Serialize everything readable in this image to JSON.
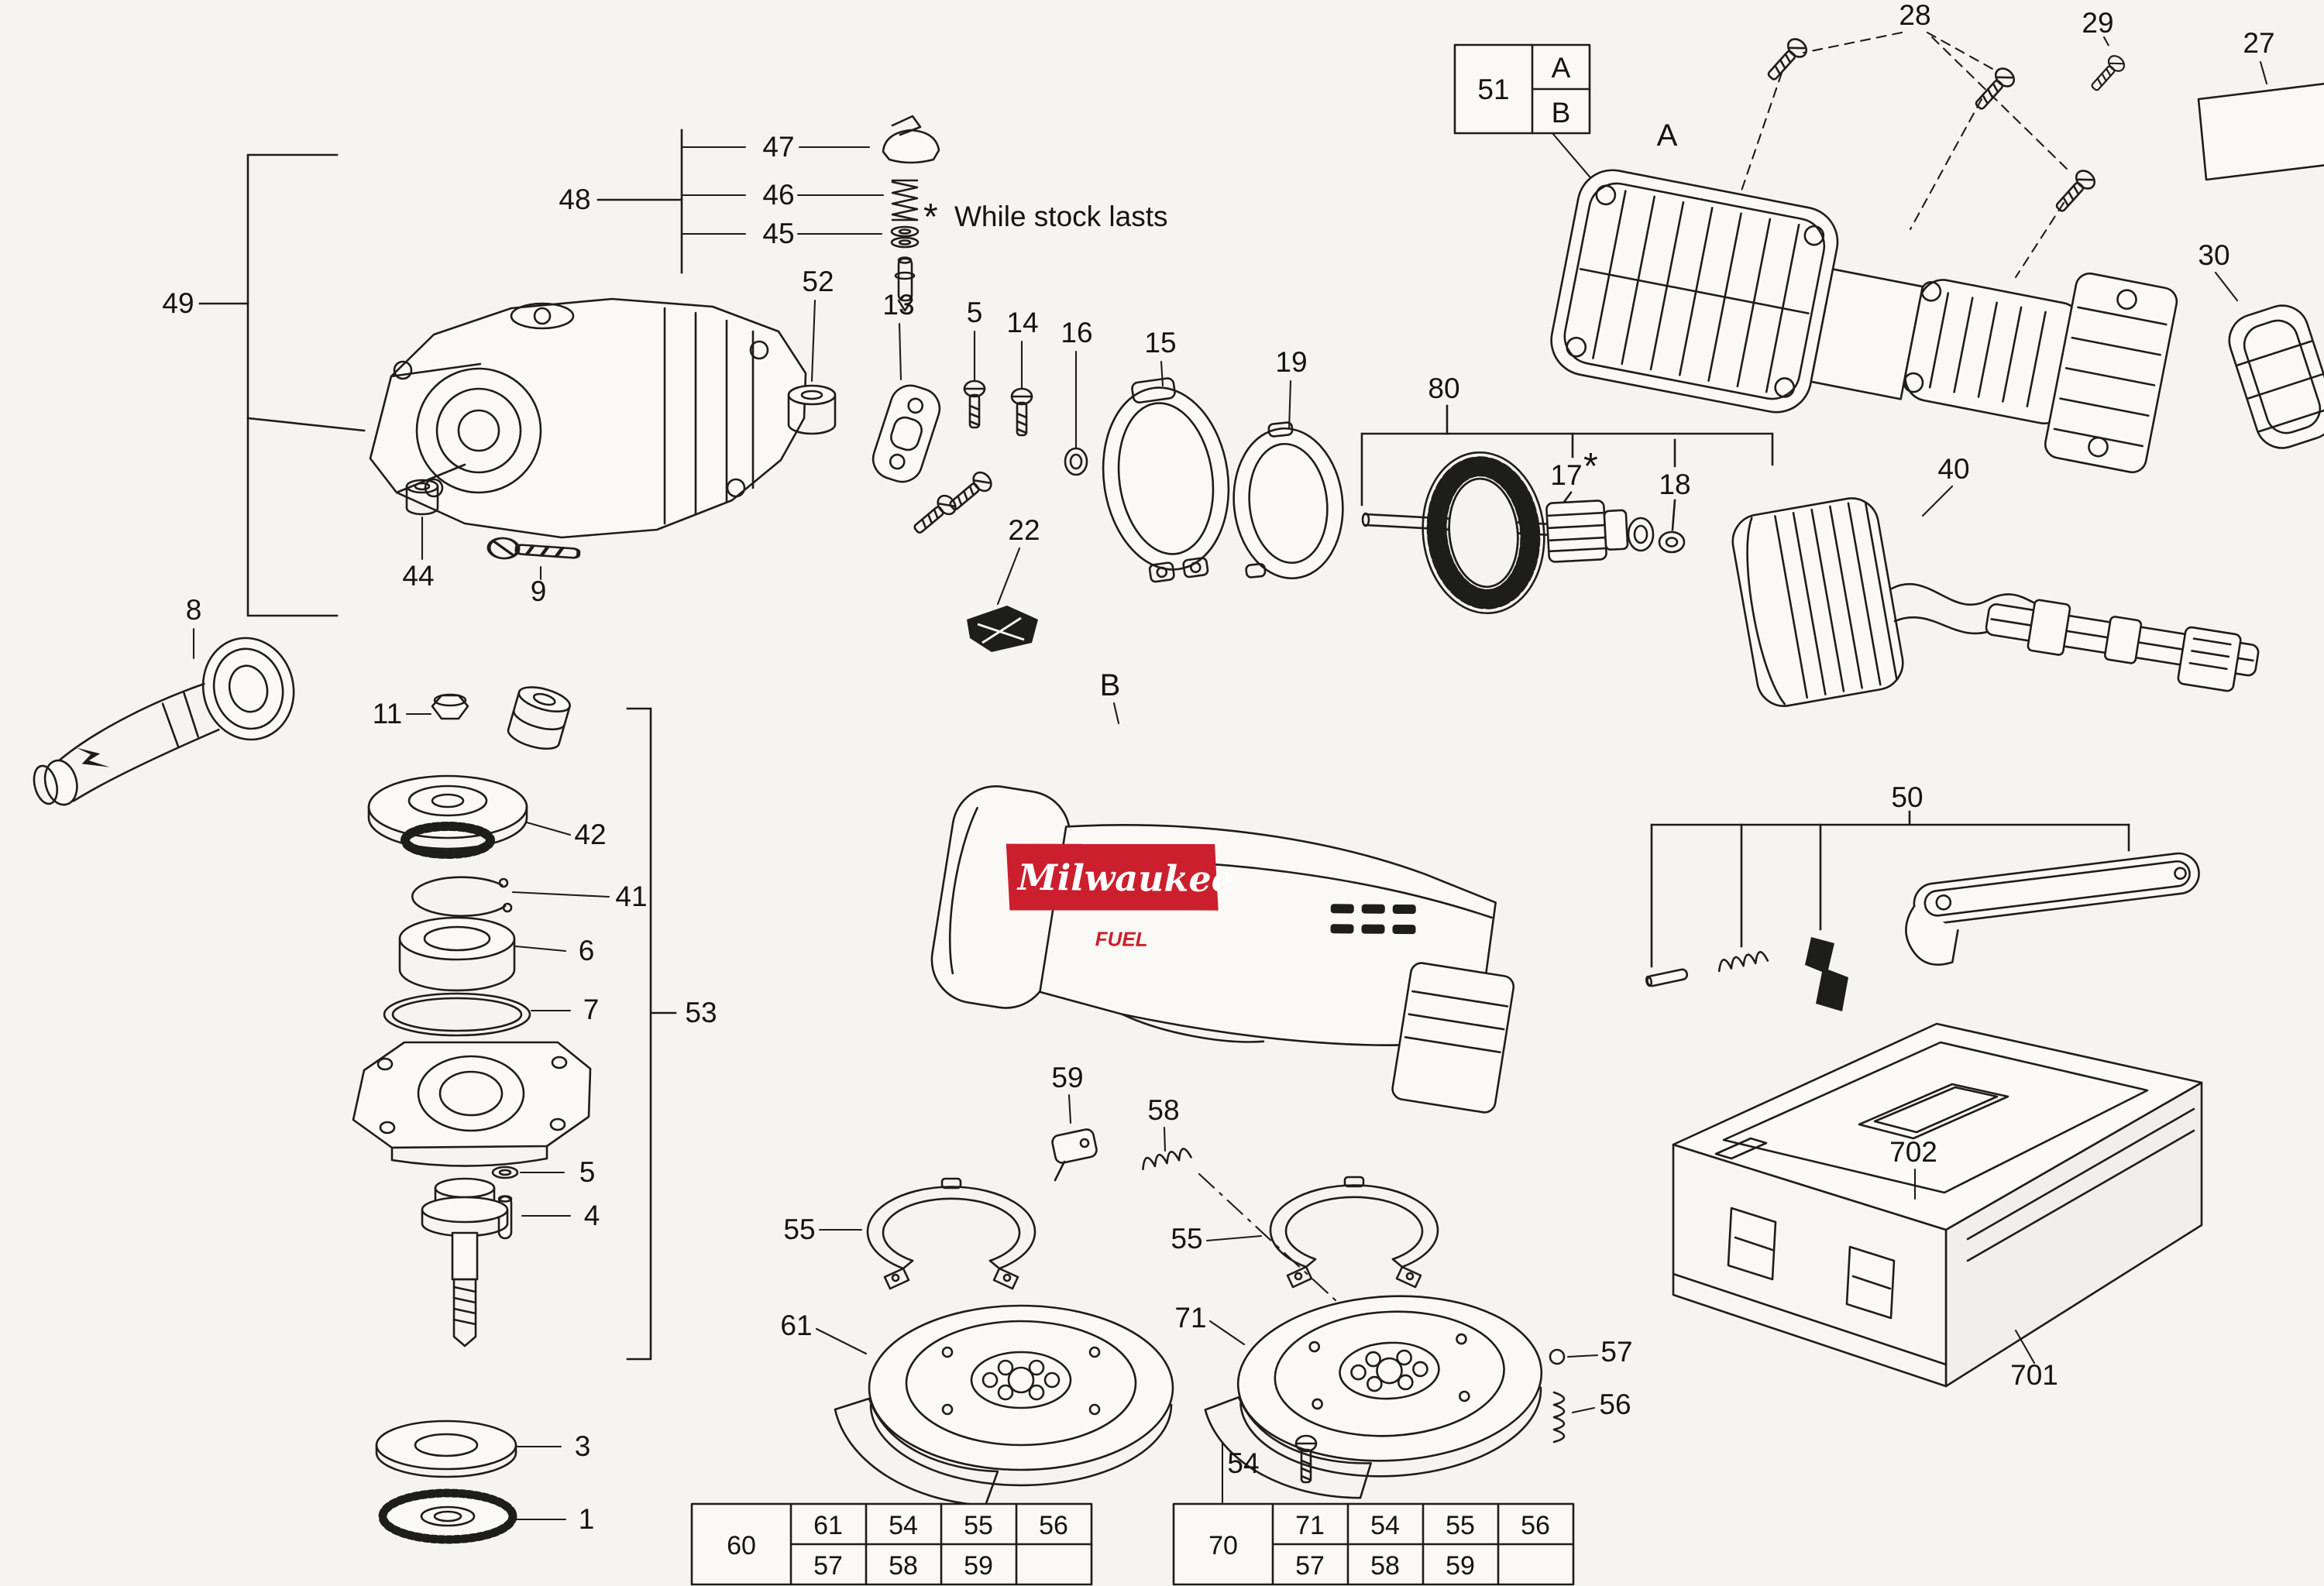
{
  "colors": {
    "ink": "#1d1d1b",
    "background": "#f5f4f1",
    "brand_red": "#cb1f2e"
  },
  "note": {
    "prefix": "*",
    "text": "While stock lasts"
  },
  "ref_box": {
    "part": "51",
    "top": "A",
    "bottom": "B"
  },
  "view_labels": {
    "housing_a": "A",
    "housing_b": "B"
  },
  "brand": {
    "logo": "Milwaukee",
    "sub": "FUEL"
  },
  "labels": {
    "p47": "47",
    "p46": "46",
    "p45": "45",
    "p48": "48",
    "p49": "49",
    "p44": "44",
    "p9": "9",
    "p8": "8",
    "p11": "11",
    "p42": "42",
    "p41": "41",
    "p6": "6",
    "p7": "7",
    "p53": "53",
    "p5_spindle": "5",
    "p4": "4",
    "p3": "3",
    "p1": "1",
    "p52": "52",
    "p13": "13",
    "p5_screw": "5",
    "p14": "14",
    "p16": "16",
    "p15": "15",
    "p19": "19",
    "p22": "22",
    "p80": "80",
    "p17": "17",
    "p17_note": "*",
    "p18": "18",
    "p40": "40",
    "p28": "28",
    "p29": "29",
    "p27": "27",
    "p30": "30",
    "p50": "50",
    "p59": "59",
    "p58": "58",
    "p55_left": "55",
    "p55_right": "55",
    "p61": "61",
    "p71": "71",
    "p57": "57",
    "p56": "56",
    "p54": "54",
    "p702": "702",
    "p701": "701"
  },
  "tables": [
    {
      "group": "60",
      "rows": [
        [
          "61",
          "54",
          "55",
          "56"
        ],
        [
          "57",
          "58",
          "59",
          ""
        ]
      ]
    },
    {
      "group": "70",
      "rows": [
        [
          "71",
          "54",
          "55",
          "56"
        ],
        [
          "57",
          "58",
          "59",
          ""
        ]
      ]
    }
  ]
}
